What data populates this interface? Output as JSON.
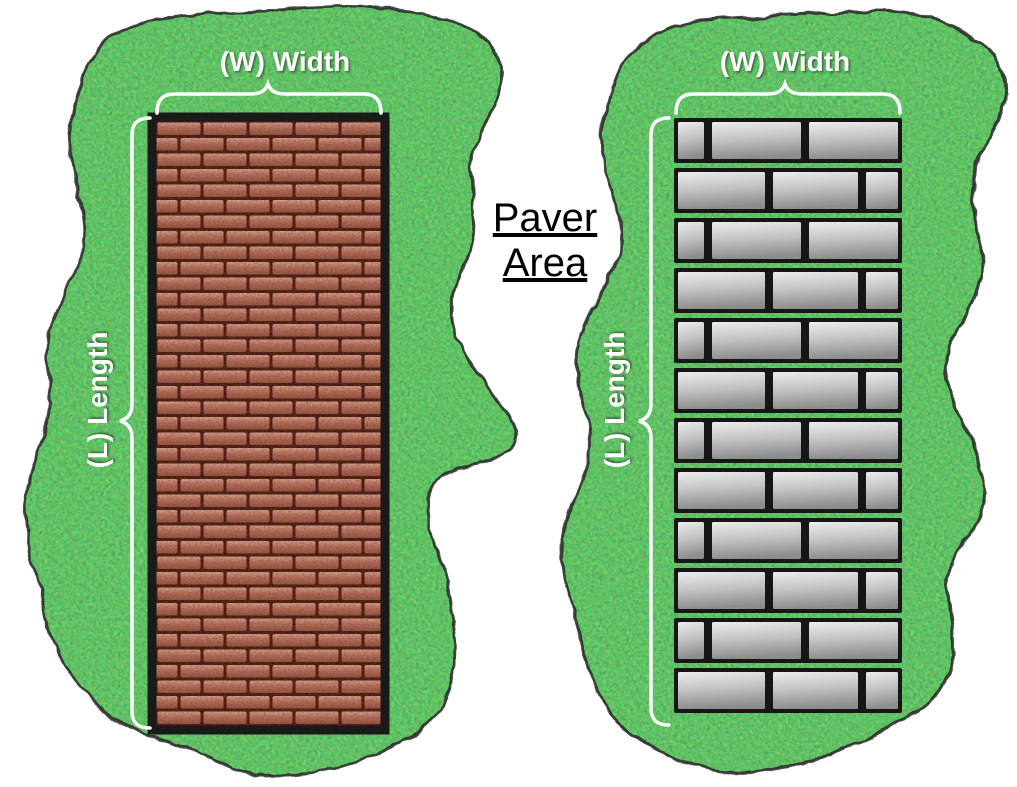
{
  "diagram": {
    "center_label": {
      "line1": "Paver",
      "line2": "Area"
    },
    "left_figure": {
      "surface": "brick",
      "width_label": "(W) Width",
      "length_label": "(L) Length"
    },
    "right_figure": {
      "surface": "paver",
      "width_label": "(W) Width",
      "length_label": "(L) Length",
      "paver_grid": {
        "rows": 12,
        "pavers_per_row": 3
      }
    },
    "colors": {
      "grass_green": "#2e8c3a",
      "brick_red": "#b5705c",
      "brick_mortar": "#46190f",
      "paver_gray_light": "#ececec",
      "paver_gray_dark": "#8d8d8d",
      "outline_black": "#1a1a1a",
      "brace_white": "#ffffff",
      "label_text": "#ffffff",
      "center_text": "#000000",
      "background": "#ffffff"
    }
  }
}
